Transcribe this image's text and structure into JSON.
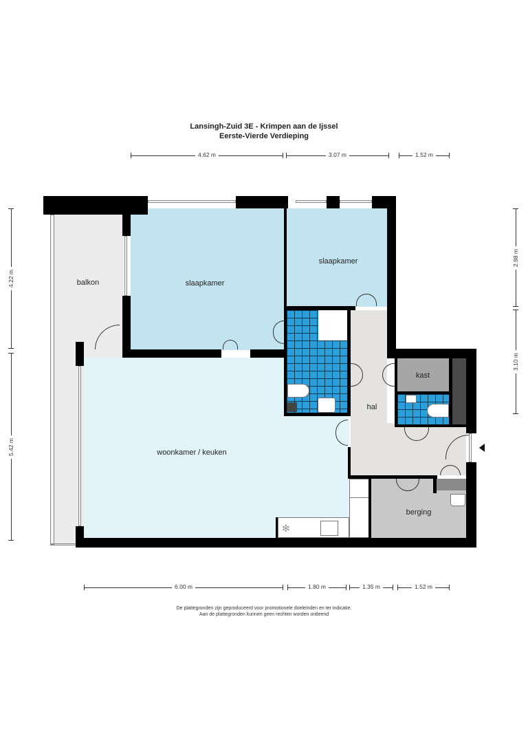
{
  "header": {
    "title": "Lansingh-Zuid 3E - Krimpen aan de Ijssel",
    "subtitle": "Eerste-Vierde Verdieping"
  },
  "dimensions": {
    "top": [
      "4.62 m",
      "3.07 m",
      "1.52 m"
    ],
    "bottom": [
      "6.00 m",
      "1.80 m",
      "1.35 m",
      "1.52 m"
    ],
    "left": [
      "4.22 m",
      "5.42 m"
    ],
    "right": [
      "2.98 m",
      "3.10 m"
    ]
  },
  "rooms": {
    "balkon": "balkon",
    "slaapkamer_1": "slaapkamer",
    "slaapkamer_2": "slaapkamer",
    "woonkamer": "woonkamer / keuken",
    "hal": "hal",
    "kast": "kast",
    "berging": "berging"
  },
  "colors": {
    "wall": "#000000",
    "bedroom": "#c2e4f0",
    "living": "#e3f3fa",
    "hall": "#e4e3e0",
    "balcony": "#ececec",
    "storage": "#c8c8c8",
    "closet": "#a6a6a6",
    "tiles": "#2b9fd9"
  },
  "footer": {
    "line1": "De plattegronden zijn geproduceerd voor promotionele doeleinden en ter indicatie.",
    "line2": "Aan de plattegronden kunnen geen rechten worden ontleend"
  }
}
